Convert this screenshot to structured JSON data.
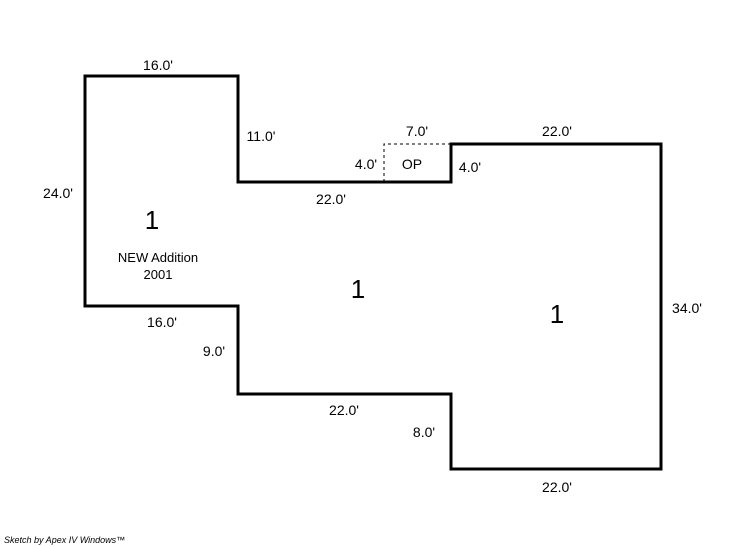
{
  "dimensions": {
    "top_left": "16.0'",
    "left_side": "24.0'",
    "upper_step": "11.0'",
    "upper_connector": "22.0'",
    "porch_width": "7.0'",
    "porch_left": "4.0'",
    "porch_right": "4.0'",
    "top_right": "22.0'",
    "right_side": "34.0'",
    "bottom_left": "16.0'",
    "lower_step": "9.0'",
    "lower_connector": "22.0'",
    "lower_step_right": "8.0'",
    "bottom_right": "22.0'"
  },
  "areas": {
    "addition_number": "1",
    "addition_label_line1": "NEW Addition",
    "addition_label_line2": "2001",
    "center_number": "1",
    "right_number": "1"
  },
  "porch_label": "OP",
  "footer": "Sketch by Apex IV Windows™"
}
